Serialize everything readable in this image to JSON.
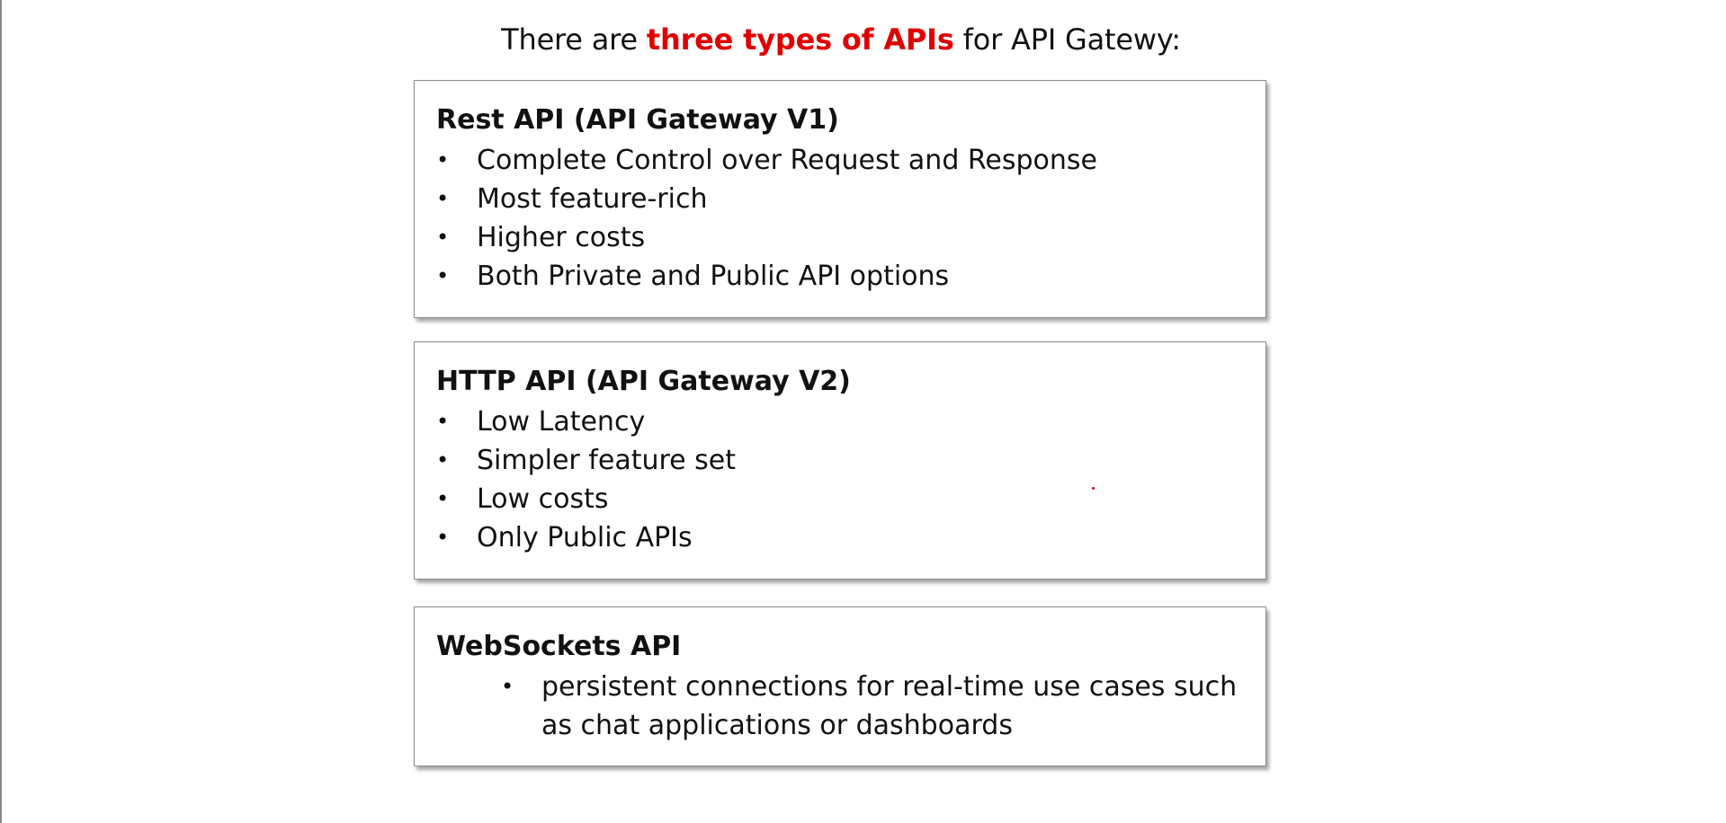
{
  "heading": {
    "prefix": "There are ",
    "highlight": "three types of APIs",
    "suffix": " for API Gatewy:"
  },
  "colors": {
    "accent": "#e00000",
    "text": "#111111",
    "card_border": "#8c8c8c"
  },
  "cards": [
    {
      "title": "Rest API (API Gateway V1)",
      "bullet": "•",
      "items": [
        "Complete Control over Request and Response",
        "Most feature-rich",
        "Higher costs",
        "Both Private and Public API options"
      ]
    },
    {
      "title": "HTTP API (API Gateway V2)",
      "bullet": "•",
      "items": [
        "Low Latency",
        "Simpler feature set",
        "Low costs",
        "Only Public APIs"
      ]
    },
    {
      "title": "WebSockets API",
      "bullet": "•",
      "items": [
        "persistent connections for real-time use cases such as chat applications or dashboards"
      ]
    }
  ]
}
